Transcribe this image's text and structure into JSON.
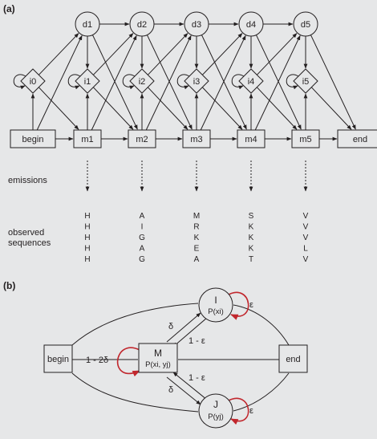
{
  "panel_a": {
    "label": "(a)",
    "delete_states": [
      "d1",
      "d2",
      "d3",
      "d4",
      "d5"
    ],
    "insert_states": [
      "i0",
      "i1",
      "i2",
      "i3",
      "i4",
      "i5"
    ],
    "match_states": [
      "begin",
      "m1",
      "m2",
      "m3",
      "m4",
      "m5",
      "end"
    ],
    "emissions_label": "emissions",
    "observed_label_line1": "observed",
    "observed_label_line2": "sequences",
    "sequences_columns": [
      [
        "H",
        "H",
        "H",
        "H",
        "H"
      ],
      [
        "A",
        "I",
        "G",
        "A",
        "G"
      ],
      [
        "M",
        "R",
        "K",
        "E",
        "A"
      ],
      [
        "S",
        "K",
        "K",
        "K",
        "T"
      ],
      [
        "V",
        "V",
        "V",
        "L",
        "V"
      ]
    ]
  },
  "panel_b": {
    "label": "(b)",
    "begin": "begin",
    "end": "end",
    "M_name": "M",
    "M_prob": "P(xi, yj)",
    "I_name": "I",
    "I_prob": "P(xi)",
    "J_name": "J",
    "J_prob": "P(yj)",
    "self_M": "1 - 2δ",
    "to_I": "δ",
    "to_J": "δ",
    "I_to_M": "1 - ε",
    "J_to_M": "1 - ε",
    "self_I": "ε",
    "self_J": "ε"
  },
  "colors": {
    "background": "#e6e7e8",
    "ink": "#231f20",
    "loop": "#c1272d"
  }
}
